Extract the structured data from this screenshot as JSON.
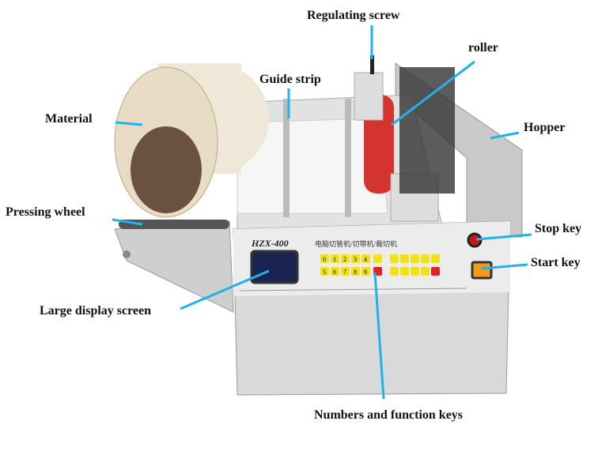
{
  "labels": {
    "regulating_screw": "Regulating screw",
    "roller": "roller",
    "guide_strip": "Guide strip",
    "material": "Material",
    "hopper": "Hopper",
    "pressing_wheel": "Pressing wheel",
    "stop_key": "Stop key",
    "start_key": "Start key",
    "display": "Large display screen",
    "keys": "Numbers and function keys"
  },
  "panel": {
    "model": "HZX-400",
    "title": "电脑切管机/切带机/裁切机",
    "digits_row1": [
      "0",
      "1",
      "2",
      "3",
      "4"
    ],
    "digits_row2": [
      "5",
      "6",
      "7",
      "8",
      "9"
    ]
  },
  "colors": {
    "leader_line": "#1fb3ea",
    "key_yellow": "#f2e11a",
    "key_red": "#d8262c",
    "roller": "#d5332e",
    "start_key": "#f39a1b"
  }
}
